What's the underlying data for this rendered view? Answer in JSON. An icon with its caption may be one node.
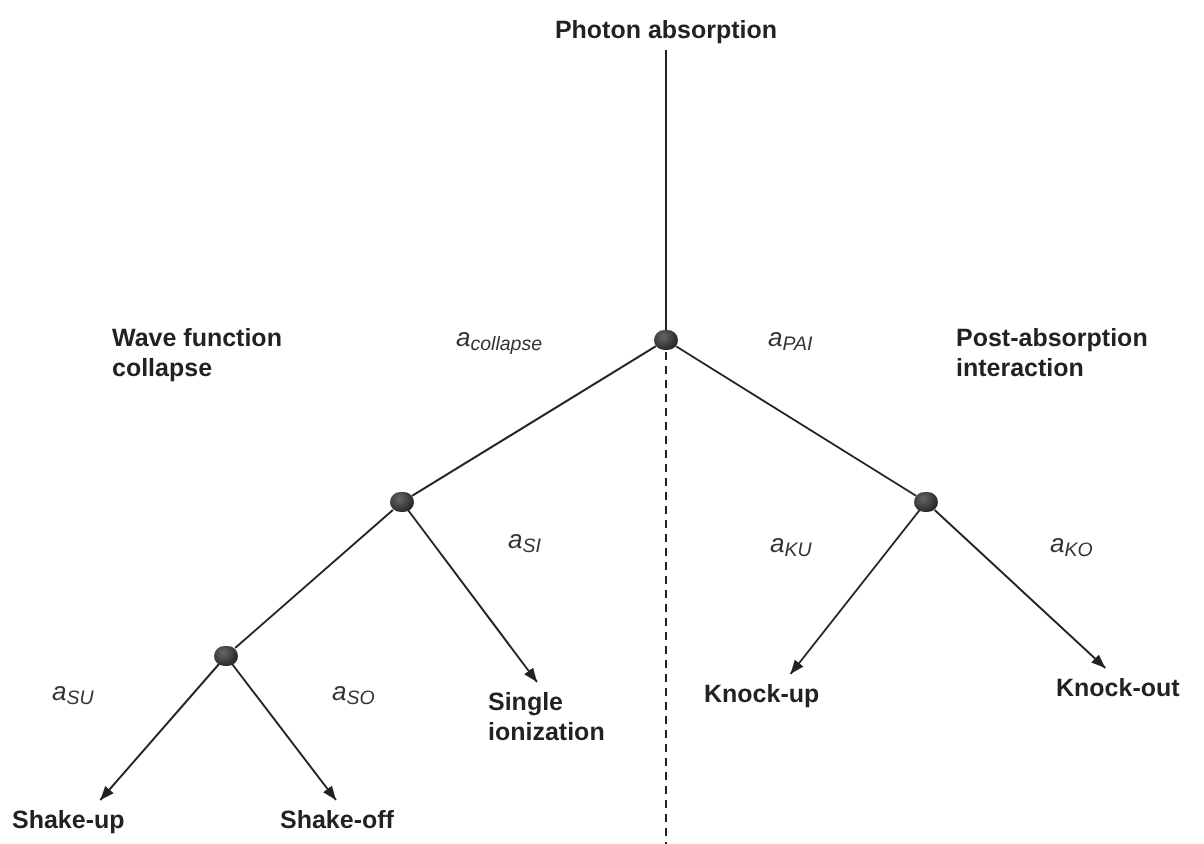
{
  "diagram": {
    "nodes": [
      {
        "text": [
          "Photon absorption"
        ]
      },
      {
        "text": [],
        "shape": "circle"
      },
      {
        "text": [],
        "shape": "circle"
      },
      {
        "text": [],
        "shape": "circle"
      },
      {
        "text": [],
        "shape": "circle"
      },
      {
        "text": [
          "Single ionization"
        ]
      },
      {
        "text": [
          "Knock-up"
        ]
      },
      {
        "text": [
          "Knock-out"
        ]
      },
      {
        "text": [
          "Shake-up"
        ]
      },
      {
        "text": [
          "Shake-off"
        ]
      }
    ],
    "edges": [
      {
        "from": 0,
        "to": 1,
        "arrow": "none"
      },
      {
        "from": 1,
        "to": 2,
        "arrow": "none",
        "label": "a$_{collapse}$"
      },
      {
        "from": 1,
        "to": 3,
        "arrow": "none",
        "label": "a$_{PAI}$"
      },
      {
        "from": 2,
        "to": 4,
        "arrow": "none"
      },
      {
        "from": 2,
        "to": 5,
        "arrow": "to",
        "label": "a$_{SI}$"
      },
      {
        "from": 3,
        "to": 6,
        "arrow": "to",
        "label": "a$_{KU}$"
      },
      {
        "from": 3,
        "to": 7,
        "arrow": "to",
        "label": "a$_{KO}$"
      },
      {
        "from": 4,
        "to": 8,
        "arrow": "to",
        "label": "a$_{SU}$"
      },
      {
        "from": 4,
        "to": 9,
        "arrow": "to",
        "label": "a$_{SO}$"
      }
    ],
    "labels": [
      "Wave function collapse",
      "Post-absorption interaction"
    ]
  }
}
